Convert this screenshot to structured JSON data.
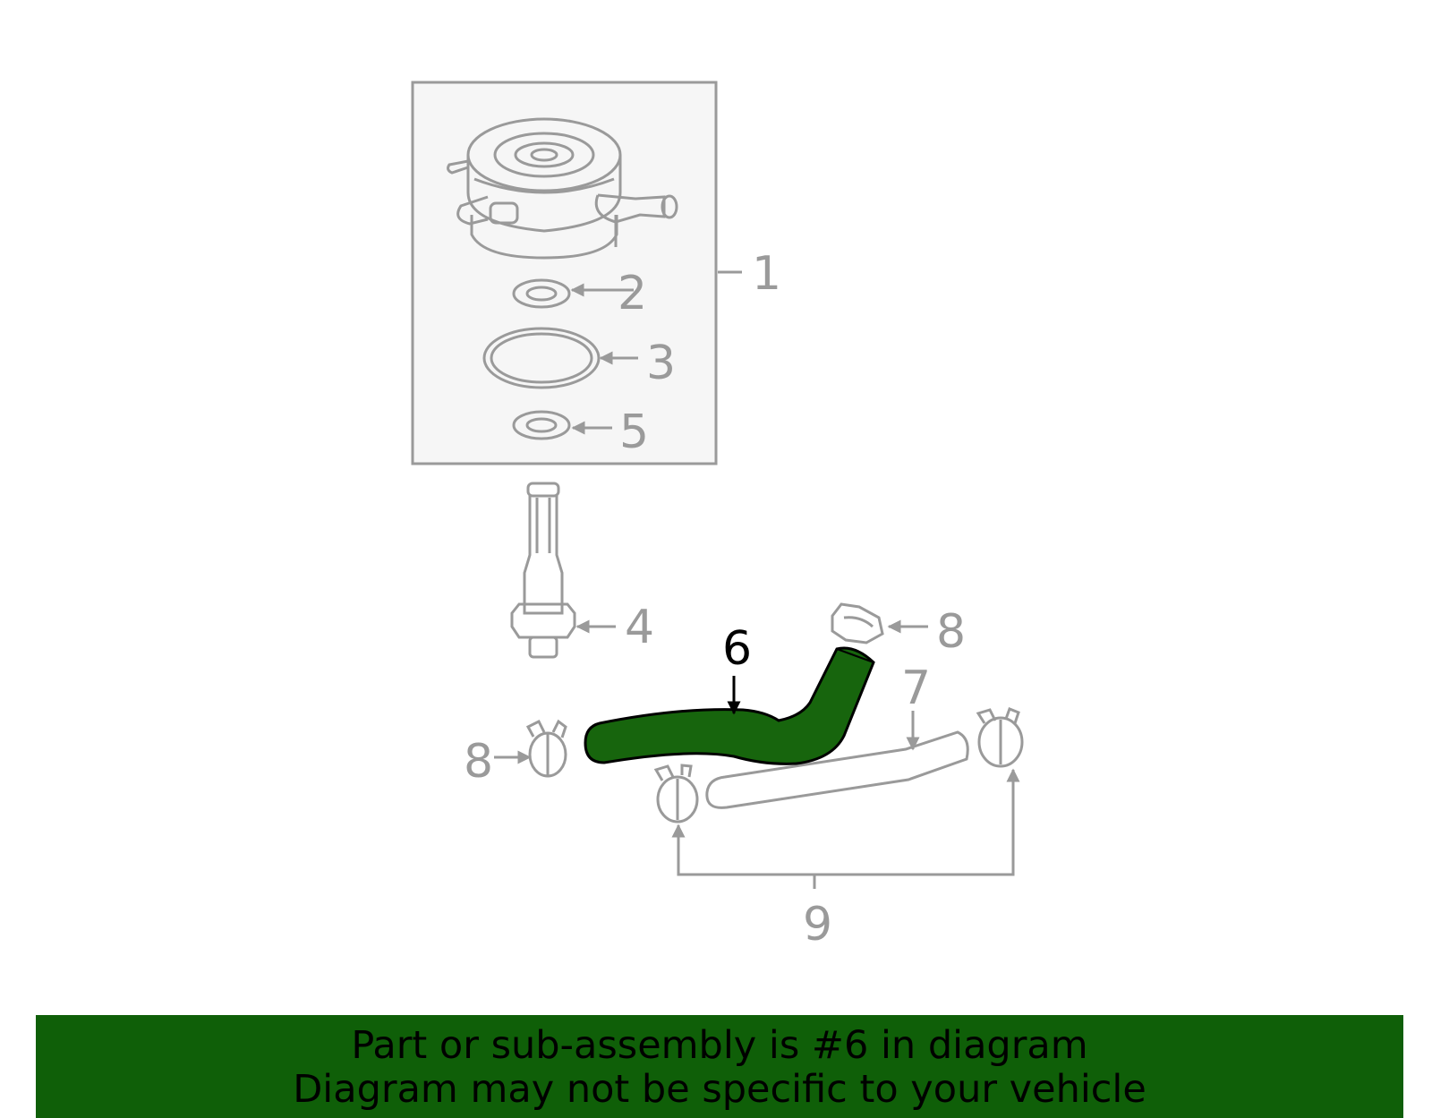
{
  "diagram": {
    "highlighted_part": "6",
    "colors": {
      "line": "#9a9a9a",
      "panel_fill": "#f6f6f6",
      "highlight_fill": "#17650d",
      "highlight_stroke": "#000000",
      "banner_bg": "#0f5f08"
    },
    "callouts": {
      "c1": "1",
      "c2": "2",
      "c3": "3",
      "c4": "4",
      "c5": "5",
      "c6": "6",
      "c7": "7",
      "c8a": "8",
      "c8b": "8",
      "c9": "9"
    }
  },
  "banner": {
    "line1": "Part or sub-assembly is #6 in diagram",
    "line2": "Diagram may not be specific to your vehicle"
  }
}
